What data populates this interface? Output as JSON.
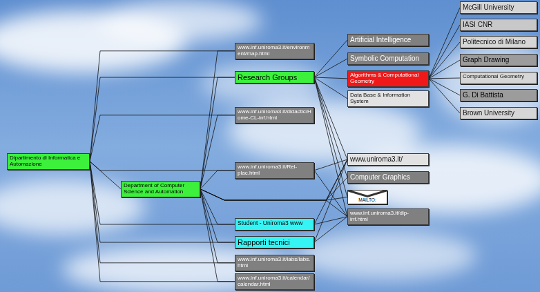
{
  "diagram": {
    "nodes": [
      {
        "text": [
          "Dipartimento di Informatica e Automazione"
        ]
      },
      {
        "text": [
          "Department of Computer Science and Automation"
        ]
      },
      {
        "text": [
          "www.inf.uniroma3.it/environment/map.html"
        ]
      },
      {
        "text": [
          "Research Groups"
        ]
      },
      {
        "text": [
          "www.inf.uniroma3.it/didactic/Home-CL-inf.html"
        ]
      },
      {
        "text": [
          "www.inf.uniroma3.it/Rel-plac.html"
        ]
      },
      {
        "text": [
          "Student - Uniroma3 www"
        ]
      },
      {
        "text": [
          "Rapporti tecnici"
        ]
      },
      {
        "text": [
          "www.inf.uniroma3.it/labs/labs.html"
        ]
      },
      {
        "text": [
          "www.inf.uniroma3.it/calendar/calendar.html"
        ]
      },
      {
        "text": [
          "Artificial Intelligence"
        ]
      },
      {
        "text": [
          "Symbolic Computation"
        ]
      },
      {
        "text": [
          "Algorithms & Computational Geometry"
        ]
      },
      {
        "text": [
          "Data Base & Information System"
        ]
      },
      {
        "text": [
          "www.uniroma3.it/"
        ]
      },
      {
        "text": [
          "Computer Graphics"
        ]
      },
      {
        "text": [
          "MAILTO:"
        ]
      },
      {
        "text": [
          "www.inf.uniroma3.it/dip-inf.html"
        ]
      },
      {
        "text": [
          "McGill University"
        ]
      },
      {
        "text": [
          "IASI CNR"
        ]
      },
      {
        "text": [
          "Politecnico di Milano"
        ]
      },
      {
        "text": [
          "Graph Drawing"
        ]
      },
      {
        "text": [
          "Computational Geometry"
        ]
      },
      {
        "text": [
          "G. Di Battista"
        ]
      },
      {
        "text": [
          "Brown University"
        ]
      }
    ],
    "edges": [
      {
        "from": 0,
        "to": 2,
        "arrow": "none"
      },
      {
        "from": 0,
        "to": 3,
        "arrow": "none"
      },
      {
        "from": 0,
        "to": 4,
        "arrow": "none"
      },
      {
        "from": 0,
        "to": 5,
        "arrow": "none"
      },
      {
        "from": 0,
        "to": 1,
        "arrow": "none"
      },
      {
        "from": 0,
        "to": 6,
        "arrow": "none"
      },
      {
        "from": 0,
        "to": 7,
        "arrow": "none"
      },
      {
        "from": 0,
        "to": 8,
        "arrow": "none"
      },
      {
        "from": 0,
        "to": 9,
        "arrow": "none"
      },
      {
        "from": 1,
        "to": 2,
        "arrow": "none"
      },
      {
        "from": 1,
        "to": 3,
        "arrow": "none"
      },
      {
        "from": 1,
        "to": 4,
        "arrow": "none"
      },
      {
        "from": 1,
        "to": 5,
        "arrow": "none"
      },
      {
        "from": 1,
        "to": 6,
        "arrow": "none"
      },
      {
        "from": 1,
        "to": 7,
        "arrow": "none"
      },
      {
        "from": 1,
        "to": 8,
        "arrow": "none"
      },
      {
        "from": 1,
        "to": 9,
        "arrow": "none"
      },
      {
        "from": 1,
        "to": 14,
        "arrow": "none"
      },
      {
        "from": 1,
        "to": 15,
        "arrow": "none"
      },
      {
        "from": 1,
        "to": 16,
        "arrow": "none"
      },
      {
        "from": 1,
        "to": 17,
        "arrow": "none"
      },
      {
        "from": 3,
        "to": 10,
        "arrow": "none"
      },
      {
        "from": 3,
        "to": 11,
        "arrow": "none"
      },
      {
        "from": 3,
        "to": 12,
        "arrow": "none"
      },
      {
        "from": 3,
        "to": 13,
        "arrow": "none"
      },
      {
        "from": 3,
        "to": 14,
        "arrow": "none"
      },
      {
        "from": 3,
        "to": 15,
        "arrow": "none"
      },
      {
        "from": 3,
        "to": 16,
        "arrow": "none"
      },
      {
        "from": 3,
        "to": 17,
        "arrow": "none"
      },
      {
        "from": 5,
        "to": 14,
        "arrow": "none"
      },
      {
        "from": 5,
        "to": 17,
        "arrow": "none"
      },
      {
        "from": 6,
        "to": 14,
        "arrow": "none"
      },
      {
        "from": 6,
        "to": 17,
        "arrow": "none"
      },
      {
        "from": 7,
        "to": 14,
        "arrow": "none"
      },
      {
        "from": 7,
        "to": 17,
        "arrow": "none"
      },
      {
        "from": 12,
        "to": 18,
        "arrow": "none"
      },
      {
        "from": 12,
        "to": 19,
        "arrow": "none"
      },
      {
        "from": 12,
        "to": 20,
        "arrow": "none"
      },
      {
        "from": 12,
        "to": 21,
        "arrow": "none"
      },
      {
        "from": 12,
        "to": 22,
        "arrow": "none"
      },
      {
        "from": 12,
        "to": 23,
        "arrow": "none"
      },
      {
        "from": 12,
        "to": 24,
        "arrow": "none"
      }
    ]
  }
}
